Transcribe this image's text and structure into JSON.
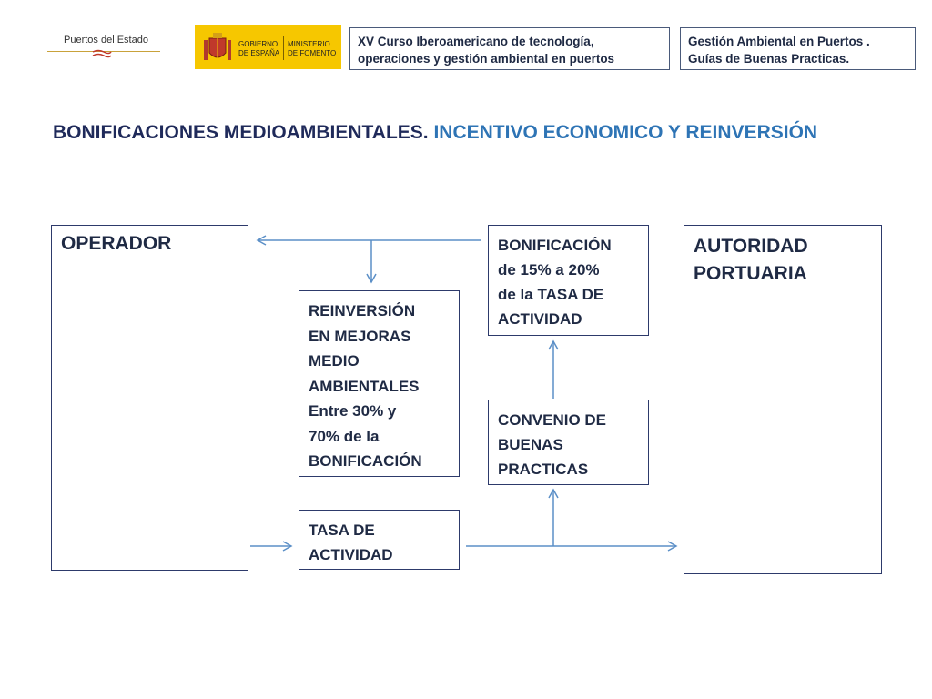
{
  "header": {
    "logo_puertos_text": "Puertos del Estado",
    "logo_gobierno_line1": "GOBIERNO",
    "logo_gobierno_line2": "DE ESPAÑA",
    "logo_ministerio_line1": "MINISTERIO",
    "logo_ministerio_line2": "DE FOMENTO",
    "course_line1": "XV Curso Iberoamericano de tecnología,",
    "course_line2": "operaciones y gestión ambiental en puertos",
    "guide_line1": "Gestión Ambiental en Puertos .",
    "guide_line2": "Guías de Buenas Practicas."
  },
  "title": {
    "part1": "BONIFICACIONES MEDIOAMBIENTALES.",
    "part2": " INCENTIVO ECONOMICO   Y  REINVERSIÓN"
  },
  "diagram": {
    "operador": "OPERADOR",
    "autoridad": "AUTORIDAD\nPORTUARIA",
    "bonificacion": "BONIFICACIÓN\nde 15% a 20%\nde la TASA DE\nACTIVIDAD",
    "reinversion": "REINVERSIÓN\nEN MEJORAS\nMEDIO\nAMBIENTALES\nEntre 30% y\n70% de la\nBONIFICACIÓN",
    "convenio": "CONVENIO DE\nBUENAS\nPRACTICAS",
    "tasa": "TASA DE\nACTIVIDAD"
  },
  "colors": {
    "box_border": "#2d3a6b",
    "arrow": "#5b8fc7",
    "title_dark": "#1f2a5a",
    "title_blue": "#2e74b5",
    "gov_yellow": "#f6c700"
  }
}
